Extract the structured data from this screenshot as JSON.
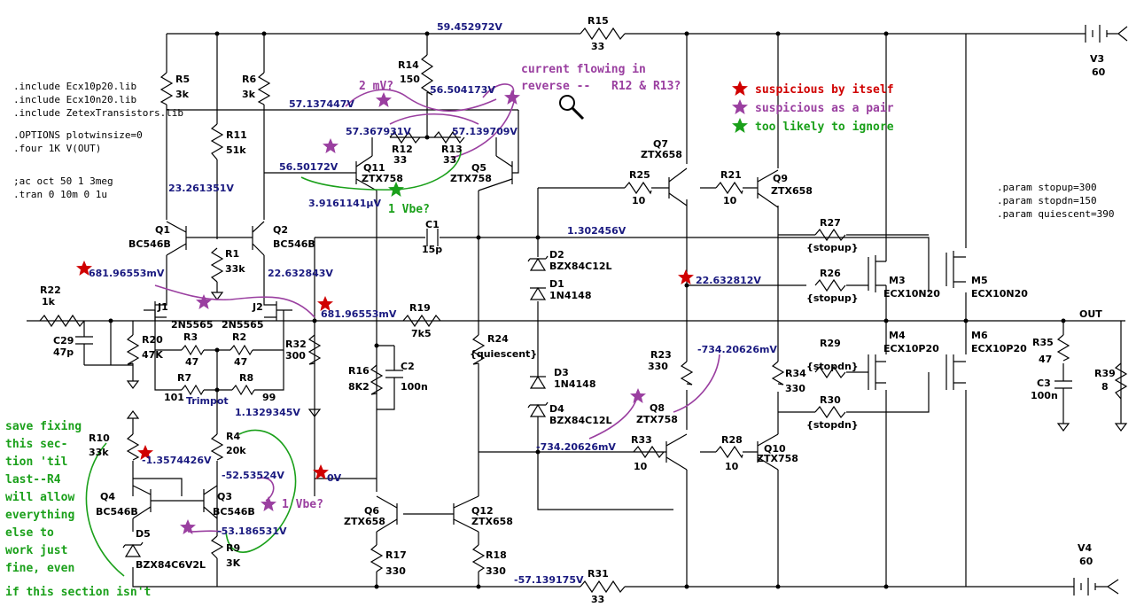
{
  "colors": {
    "wire": "#000000",
    "net_label": "#1a1a80",
    "purple": "#9a3fa0",
    "red": "#d00000",
    "green": "#1aa01a"
  },
  "directives": [
    ".include Ecx10p20.lib",
    ".include Ecx10n20.lib",
    ".include ZetexTransistors.lib",
    ".OPTIONS plotwinsize=0",
    ".four 1K V(OUT)",
    ";ac oct 50 1 3meg",
    ".tran 0 10m 0 1u"
  ],
  "params": [
    ".param stopup=300",
    ".param stopdn=150",
    ".param quiescent=390"
  ],
  "legend": {
    "red": "suspicious by itself",
    "purple": "suspicious as a pair",
    "green": "too likely to ignore"
  },
  "notes": {
    "current_1": "current flowing in",
    "current_2": "reverse --",
    "r12_r13": "R12 & R13?",
    "two_mv": "2 mV?",
    "one_vbe_q11": "1 Vbe?",
    "one_vbe_q3": "1 Vbe?",
    "save_lines": [
      "save fixing",
      "this sec-",
      "tion 'til",
      "last--R4",
      "will allow",
      "everything",
      "else to",
      "work just",
      "fine, even",
      "if this section isn't"
    ]
  },
  "sources": [
    {
      "name": "V3",
      "value": "60"
    },
    {
      "name": "V4",
      "value": "60"
    }
  ],
  "out_label": "OUT",
  "components": {
    "R15": {
      "name": "R15",
      "value": "33"
    },
    "R31": {
      "name": "R31",
      "value": "33"
    },
    "R14": {
      "name": "R14",
      "value": "150"
    },
    "R5": {
      "name": "R5",
      "value": "3k"
    },
    "R6": {
      "name": "R6",
      "value": "3k"
    },
    "R11": {
      "name": "R11",
      "value": "51k"
    },
    "R1": {
      "name": "R1",
      "value": "33k"
    },
    "R12": {
      "name": "R12",
      "value": "33"
    },
    "R13": {
      "name": "R13",
      "value": "33"
    },
    "R25": {
      "name": "R25",
      "value": "10"
    },
    "R21": {
      "name": "R21",
      "value": "10"
    },
    "R27": {
      "name": "R27",
      "value": "{stopup}"
    },
    "R26": {
      "name": "R26",
      "value": "{stopup}"
    },
    "R29": {
      "name": "R29",
      "value": "{stopdn}"
    },
    "R30": {
      "name": "R30",
      "value": "{stopdn}"
    },
    "R22": {
      "name": "R22",
      "value": "1k"
    },
    "R20": {
      "name": "R20",
      "value": "47K"
    },
    "R3": {
      "name": "R3",
      "value": "47"
    },
    "R2": {
      "name": "R2",
      "value": "47"
    },
    "R7": {
      "name": "R7",
      "value": "101"
    },
    "R8": {
      "name": "R8",
      "value": "99"
    },
    "R32": {
      "name": "R32",
      "value": "300"
    },
    "R19": {
      "name": "R19",
      "value": "7k5"
    },
    "R24": {
      "name": "R24",
      "value": "{quiescent}"
    },
    "R16": {
      "name": "R16",
      "value": "8K2"
    },
    "R23": {
      "name": "R23",
      "value": "330"
    },
    "R34": {
      "name": "R34",
      "value": "330"
    },
    "R33": {
      "name": "R33",
      "value": "10"
    },
    "R28": {
      "name": "R28",
      "value": "10"
    },
    "R35": {
      "name": "R35",
      "value": "47"
    },
    "R39": {
      "name": "R39",
      "value": "8"
    },
    "R10": {
      "name": "R10",
      "value": "33k"
    },
    "R4": {
      "name": "R4",
      "value": "20k"
    },
    "R9": {
      "name": "R9",
      "value": "3K"
    },
    "R17": {
      "name": "R17",
      "value": "330"
    },
    "R18": {
      "name": "R18",
      "value": "330"
    },
    "C1": {
      "name": "C1",
      "value": "15p"
    },
    "C29": {
      "name": "C29",
      "value": "47p"
    },
    "C2": {
      "name": "C2",
      "value": "100n"
    },
    "C3": {
      "name": "C3",
      "value": "100n"
    },
    "D2": {
      "name": "D2",
      "value": "BZX84C12L"
    },
    "D1": {
      "name": "D1",
      "value": "1N4148"
    },
    "D3": {
      "name": "D3",
      "value": "1N4148"
    },
    "D4": {
      "name": "D4",
      "value": "BZX84C12L"
    },
    "D5": {
      "name": "D5",
      "value": "BZX84C6V2L"
    },
    "Q1": {
      "name": "Q1",
      "value": "BC546B"
    },
    "Q2": {
      "name": "Q2",
      "value": "BC546B"
    },
    "Q3": {
      "name": "Q3",
      "value": "BC546B"
    },
    "Q4": {
      "name": "Q4",
      "value": "BC546B"
    },
    "Q5": {
      "name": "Q5",
      "value": "ZTX758"
    },
    "Q11": {
      "name": "Q11",
      "value": "ZTX758"
    },
    "Q7": {
      "name": "Q7",
      "value": "ZTX658"
    },
    "Q9": {
      "name": "Q9",
      "value": "ZTX658"
    },
    "Q8": {
      "name": "Q8",
      "value": "ZTX758"
    },
    "Q10": {
      "name": "Q10",
      "value": "ZTX758"
    },
    "Q6": {
      "name": "Q6",
      "value": "ZTX658"
    },
    "Q12": {
      "name": "Q12",
      "value": "ZTX658"
    },
    "J1": {
      "name": "J1",
      "value": "2N5565"
    },
    "J2": {
      "name": "J2",
      "value": "2N5565"
    },
    "M3": {
      "name": "M3",
      "value": "ECX10N20"
    },
    "M5": {
      "name": "M5",
      "value": "ECX10N20"
    },
    "M4": {
      "name": "M4",
      "value": "ECX10P20"
    },
    "M6": {
      "name": "M6",
      "value": "ECX10P20"
    }
  },
  "trimpot": "Trimpot",
  "nets": {
    "top_rail": "59.452972V",
    "r14_node": "56.504173V",
    "n57_137": "57.137447V",
    "n57_368": "57.367931V",
    "n57_140": "57.139709V",
    "q11_base": "56.50172V",
    "n23_26": "23.261351V",
    "n3_916": "3.9161141µV",
    "c1_right": "1.302456V",
    "j1_top": "681.96553mV",
    "j2_top": "22.632843V",
    "mid_22": "22.632812V",
    "in_plus": "681.96553mV",
    "n_734a": "-734.20626mV",
    "n_734b": "-734.20626mV",
    "n1_13": "1.1329345V",
    "n_1_357": "-1.3574426V",
    "n_52_5": "-52.53524V",
    "n_53_1": "-53.186531V",
    "zero": "0V",
    "bot_rail": "-57.139175V"
  }
}
